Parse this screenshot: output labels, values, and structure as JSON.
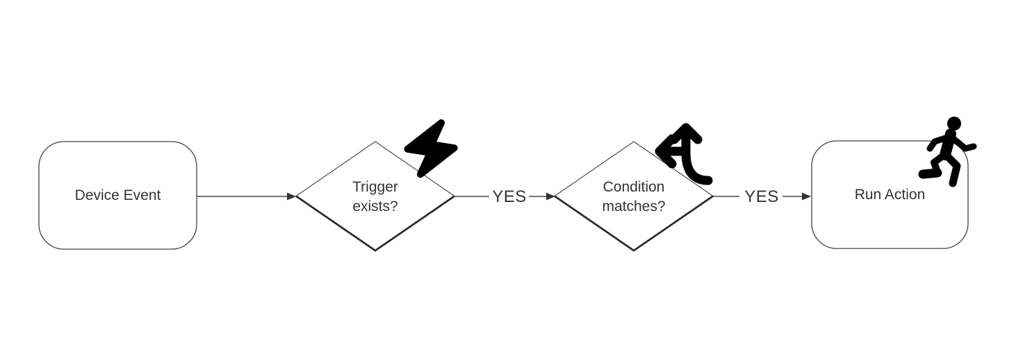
{
  "diagram": {
    "type": "flowchart",
    "direction": "left-to-right",
    "nodes": [
      {
        "id": "device-event",
        "shape": "rounded-rect",
        "label": "Device Event",
        "icon": null
      },
      {
        "id": "trigger-exists",
        "shape": "diamond",
        "label": "Trigger exists?",
        "icon": "lightning-bolt-icon"
      },
      {
        "id": "condition-matches",
        "shape": "diamond",
        "label": "Condition matches?",
        "icon": "split-arrows-icon"
      },
      {
        "id": "run-action",
        "shape": "rounded-rect",
        "label": "Run Action",
        "icon": "person-running-icon"
      }
    ],
    "edges": [
      {
        "from": "device-event",
        "to": "trigger-exists",
        "label": ""
      },
      {
        "from": "trigger-exists",
        "to": "condition-matches",
        "label": "YES"
      },
      {
        "from": "condition-matches",
        "to": "run-action",
        "label": "YES"
      }
    ],
    "colors": {
      "background": "#ffffff",
      "shape_fill": "#ffffff",
      "shape_stroke": "#404040",
      "edge_stroke": "#4a4a4a",
      "text": "#333333",
      "icon": "#000000"
    }
  }
}
